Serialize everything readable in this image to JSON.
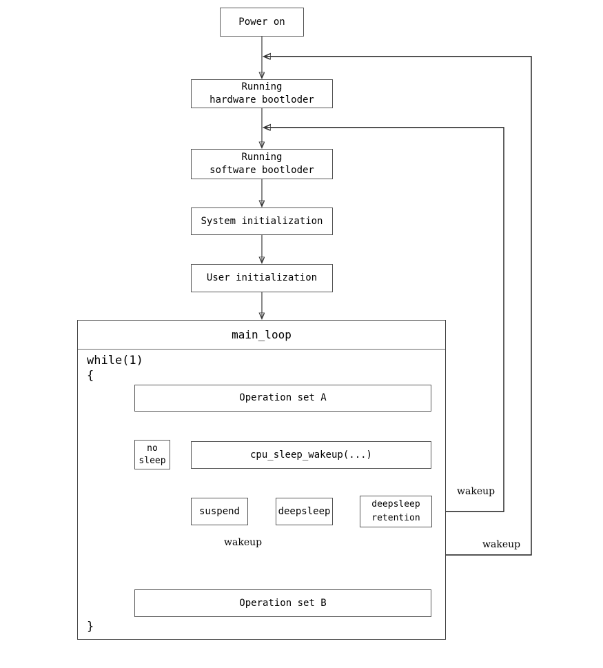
{
  "diagram": {
    "title_hidden": "",
    "nodes": {
      "power_on": "Power on",
      "hw_bootloader": "Running\nhardware bootloder",
      "sw_bootloader": "Running\nsoftware bootloder",
      "system_init": "System initialization",
      "user_init": "User initialization",
      "main_loop": "main_loop",
      "while_line": "while(1)",
      "brace_open": "{",
      "brace_close": "}",
      "operation_set_a": "Operation set A",
      "no_sleep": "no\nsleep",
      "cpu_sleep_wakeup": "cpu_sleep_wakeup(...)",
      "suspend": "suspend",
      "deepsleep": "deepsleep",
      "deepsleep_retention": "deepsleep\nretention",
      "operation_set_b": "Operation set B"
    },
    "edge_labels": {
      "suspend_wakeup": "wakeup",
      "retention_wakeup": "wakeup",
      "deepsleep_wakeup": "wakeup"
    },
    "colors": {
      "background": "#ffffff",
      "box_border": "#555555",
      "wire": "#3a3a3a",
      "text": "#000000"
    }
  }
}
